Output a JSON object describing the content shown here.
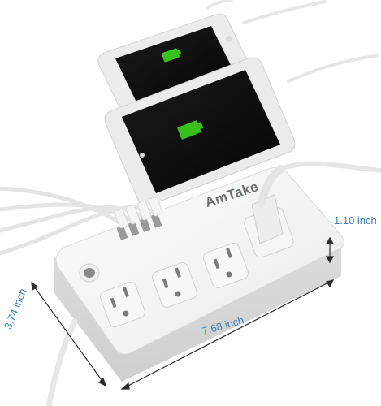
{
  "product": {
    "brand": "AmTake"
  },
  "dimensions": {
    "height": "1.10 inch",
    "length": "7.68 inch",
    "width": "3.74 inch"
  },
  "colors": {
    "dimension_text": "#3f7fb8",
    "battery_fill": "#39c11b",
    "device_frame": "#e9e9ea",
    "screen": "#111111",
    "strip_body": "#f3f3f3"
  }
}
